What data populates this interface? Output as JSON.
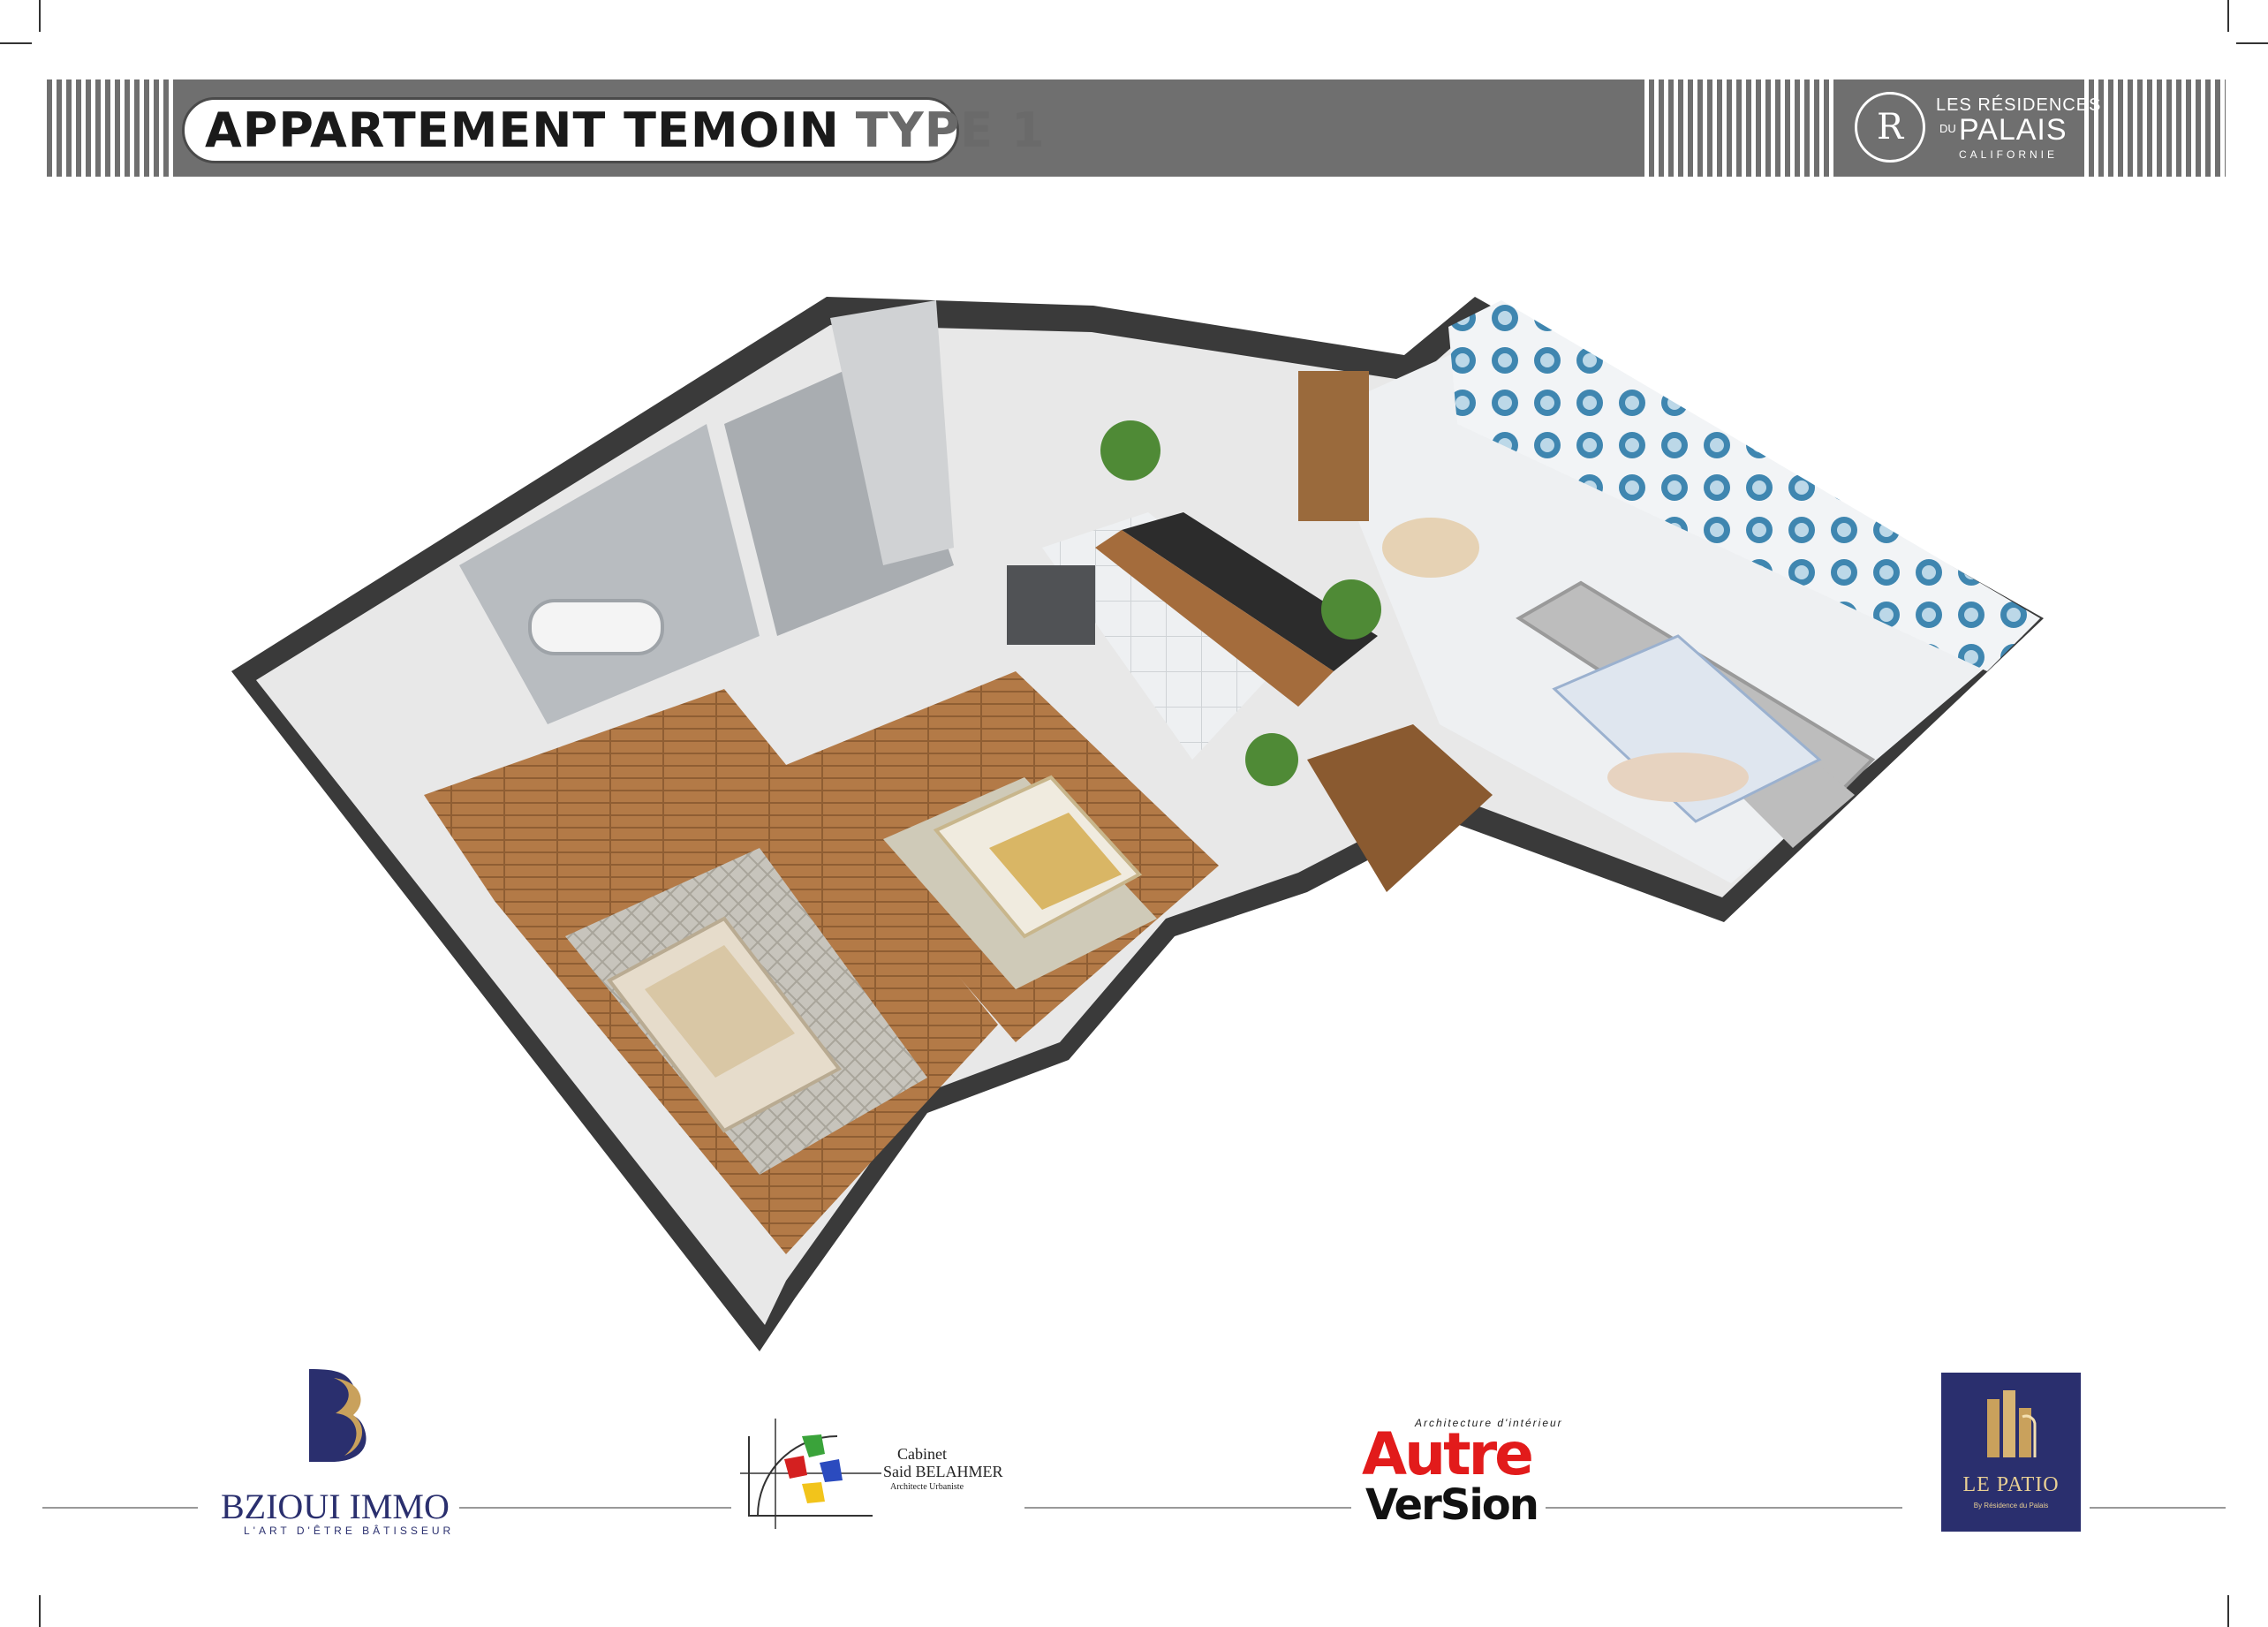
{
  "header": {
    "title": "APPARTEMENT TEMOIN",
    "type_label": "TYPE 1",
    "brand": {
      "line1": "LES RÉSIDENCES",
      "line2_prefix": "DU",
      "line2": "PALAIS",
      "line3": "CALIFORNIE",
      "monogram": "R"
    }
  },
  "footer": {
    "bzioui": {
      "name": "BZIOUI IMMO",
      "tagline": "L'ART D'ÊTRE BÂTISSEUR"
    },
    "cabinet": {
      "line1": "Cabinet",
      "line2": "Said BELAHMER",
      "line3": "Architecte Urbaniste"
    },
    "autre_version": {
      "caption": "Architecture d'intérieur",
      "word1": "Autre",
      "word2": "VerSion"
    },
    "le_patio": {
      "name": "LE PATIO",
      "sub": "By Résidence du Palais"
    }
  },
  "colors": {
    "header_gray": "#6f6f6f",
    "wall": "#3a3a3a",
    "wood": "#b07a4a",
    "navy": "#2a2f6e",
    "gold": "#c9a15c",
    "red": "#e21b1b",
    "tile_blue": "#4a8fb5"
  }
}
